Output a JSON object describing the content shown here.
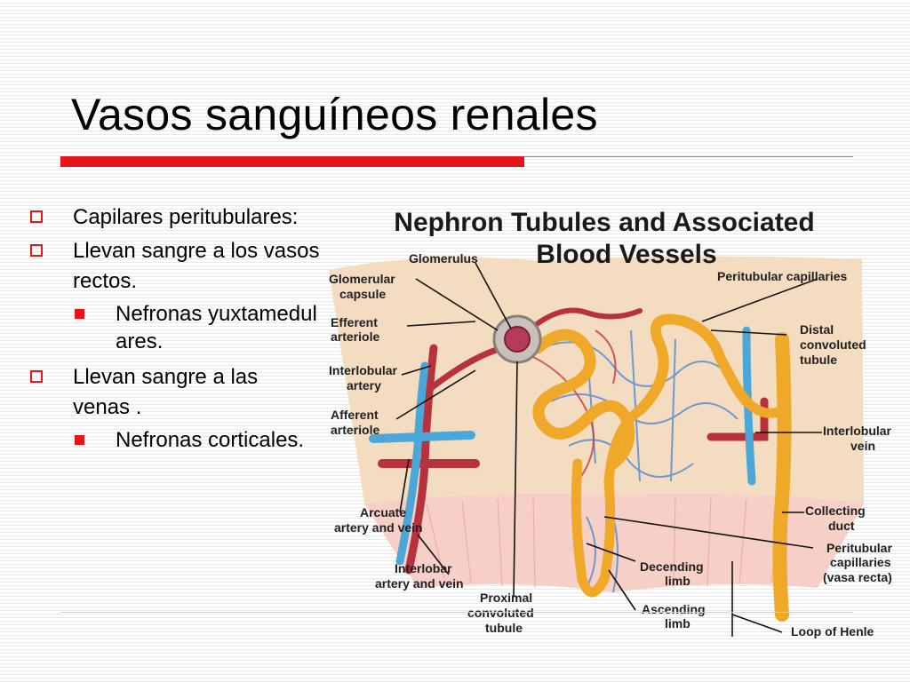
{
  "slide": {
    "title": "Vasos sanguíneos renales",
    "bullets": [
      {
        "text": "Capilares peritubulares:",
        "level": 1
      },
      {
        "text": "Llevan sangre a los vasos rectos.",
        "level": 1
      },
      {
        "text": "Nefronas yuxtamedulares.",
        "level": 2
      },
      {
        "text": "Llevan sangre a las venas .",
        "level": 1
      },
      {
        "text": "Nefronas corticales.",
        "level": 2
      }
    ]
  },
  "diagram": {
    "title_line1": "Nephron Tubules and Associated",
    "title_line2": "Blood Vessels",
    "labels": {
      "glomerulus": "Glomerulus",
      "glomerular_capsule_1": "Glomerular",
      "glomerular_capsule_2": "capsule",
      "peritubular_capillaries": "Peritubular capillaries",
      "efferent_1": "Efferent",
      "efferent_2": "arteriole",
      "distal_1": "Distal",
      "distal_2": "convoluted",
      "distal_3": "tubule",
      "interlobular_artery_1": "Interlobular",
      "interlobular_artery_2": "artery",
      "afferent_1": "Afferent",
      "afferent_2": "arteriole",
      "interlobular_vein_1": "Interlobular",
      "interlobular_vein_2": "vein",
      "arcuate_1": "Arcuate",
      "arcuate_2": "artery and vein",
      "collecting_1": "Collecting",
      "collecting_2": "duct",
      "interlobar_1": "Interlobar",
      "interlobar_2": "artery and vein",
      "descending_1": "Decending",
      "descending_2": "limb",
      "vasa_recta_1": "Peritubular",
      "vasa_recta_2": "capillaries",
      "vasa_recta_3": "(vasa recta)",
      "proximal_1": "Proximal",
      "proximal_2": "convoluted",
      "proximal_3": "tubule",
      "ascending_1": "Ascending",
      "ascending_2": "limb",
      "loop_henle": "Loop of Henle"
    }
  },
  "colors": {
    "accent_red": "#e8141b",
    "artery": "#b8323c",
    "vein": "#4aa7d8",
    "tubule": "#f0a828",
    "cortex": "#f3dcc0",
    "medulla": "#f6cfc7"
  }
}
